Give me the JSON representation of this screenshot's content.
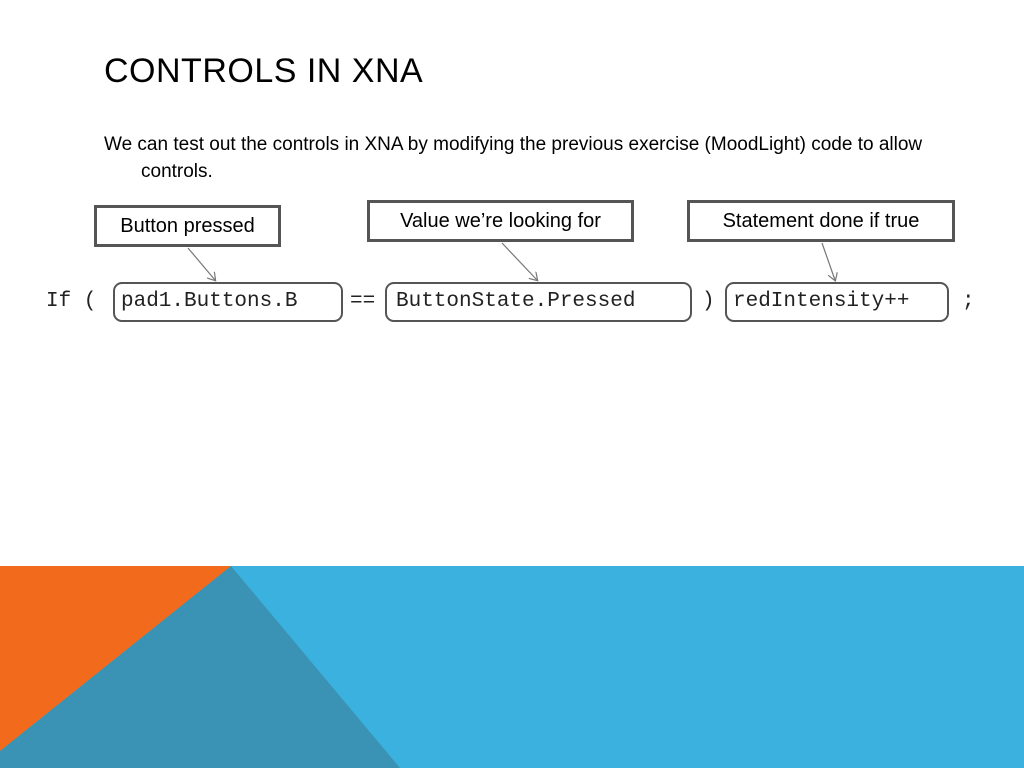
{
  "slide": {
    "title": "CONTROLS IN XNA",
    "body": "We can test out the controls in XNA by modifying the previous exercise (MoodLight) code to allow controls."
  },
  "callouts": {
    "button_pressed": "Button pressed",
    "value_looking_for": "Value we’re looking for",
    "statement_if_true": "Statement done if true"
  },
  "code": {
    "if_keyword": "If (",
    "operand_left": "pad1.Buttons.B",
    "operator": "==",
    "operand_right": "ButtonState.Pressed",
    "close_paren": ")",
    "statement": "redIntensity++",
    "terminator": ";"
  },
  "colors": {
    "orange": "#F26B1D",
    "blue": "#3BB1DF",
    "teal": "#3A93B4",
    "border": "#555555"
  }
}
